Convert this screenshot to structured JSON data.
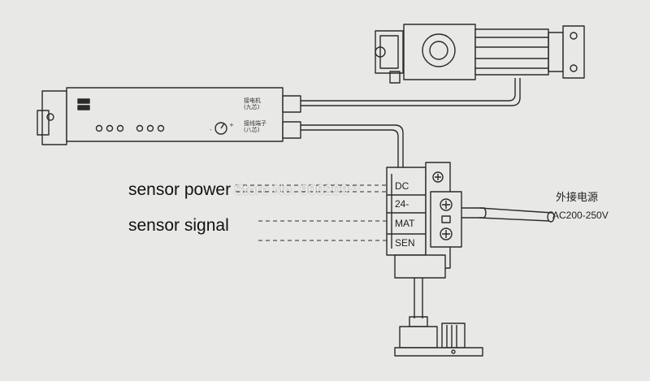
{
  "labels": {
    "sensor_power": "sensor power",
    "sensor_signal": "sensor signal",
    "external_power_cn": "外接电源",
    "voltage": "AC200-250V"
  },
  "controller": {
    "motor_port_label_line1": "接电机",
    "motor_port_label_line2": "(九芯)",
    "terminal_port_label_line1": "接线端子",
    "terminal_port_label_line2": "(八芯)",
    "knob_minus": "-",
    "knob_plus": "+"
  },
  "terminal_block": {
    "rows": [
      "DC",
      "24-",
      "MAT",
      "SEN"
    ]
  },
  "watermark": "Store No: 900209**",
  "colors": {
    "background": "#e8e8e6",
    "line": "#2a2a2a"
  }
}
